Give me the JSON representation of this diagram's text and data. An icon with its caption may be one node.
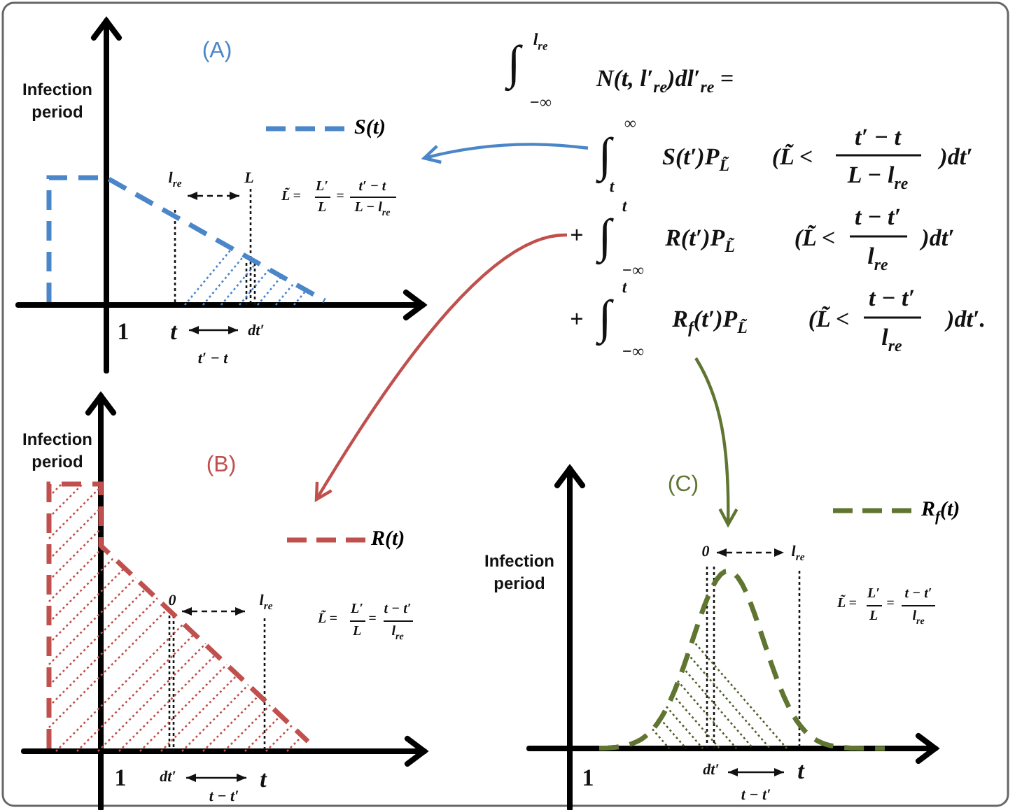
{
  "diagram": {
    "nodes": [
      {
        "text": [
          "∫",
          "∞",
          "t",
          "S(t′)P$_{L̃}$",
          "(L̃ <",
          "t′ − t",
          "L − l$_{re}$",
          ")dt′"
        ]
      },
      {
        "text": [
          "+",
          "∫",
          "t",
          "−∞",
          "R(t′)P$_{L̃}$",
          "(L̃ <",
          "t − t′",
          "l$_{re}$",
          ")dt′"
        ]
      },
      {
        "text": [
          "+",
          "∫",
          "t",
          "−∞",
          "R$_{f}$(t′)P$_{L̃}$",
          "(L̃ <",
          "t − t′",
          "l$_{re}$",
          ")dt′."
        ]
      },
      {
        "text": [],
        "shape": "picture"
      },
      {
        "text": [],
        "shape": "picture"
      },
      {
        "text": [],
        "shape": "picture"
      }
    ],
    "edges": [
      {
        "from": 0,
        "to": 3,
        "arrow": "to",
        "color": "#4a86c8"
      },
      {
        "from": 1,
        "to": 4,
        "arrow": "to",
        "color": "#c0504d"
      },
      {
        "from": 2,
        "to": 5,
        "arrow": "to",
        "color": "#5f7530"
      }
    ],
    "labels": [
      "∫",
      "l$_{re}$",
      "−∞",
      "N(t, l′$_{re}$)dl′$_{re}$ =",
      "(A)",
      "Infection period",
      "l$_{re}$",
      "L",
      "L̃ =",
      "L′",
      "L",
      "=",
      "t′ − t",
      "L − l$_{re}$",
      "1",
      "t",
      "dt′",
      "t′ − t",
      "(B)",
      "Infection period",
      "0",
      "l$_{re}$",
      "L̃ =",
      "L′",
      "L",
      "=",
      "t − t′",
      "l$_{re}$",
      "1",
      "dt′",
      "t",
      "t − t′",
      "(C)",
      "Infection period",
      "0",
      "l$_{re}$",
      "L̃ =",
      "L′",
      "L",
      "=",
      "t − t′",
      "l$_{re}$",
      "1",
      "dt′",
      "t",
      "t − t′"
    ],
    "legend": [
      {
        "text": "S(t)"
      },
      {
        "text": "R(t)"
      },
      {
        "text": "R$_{f}$(t)"
      }
    ]
  }
}
